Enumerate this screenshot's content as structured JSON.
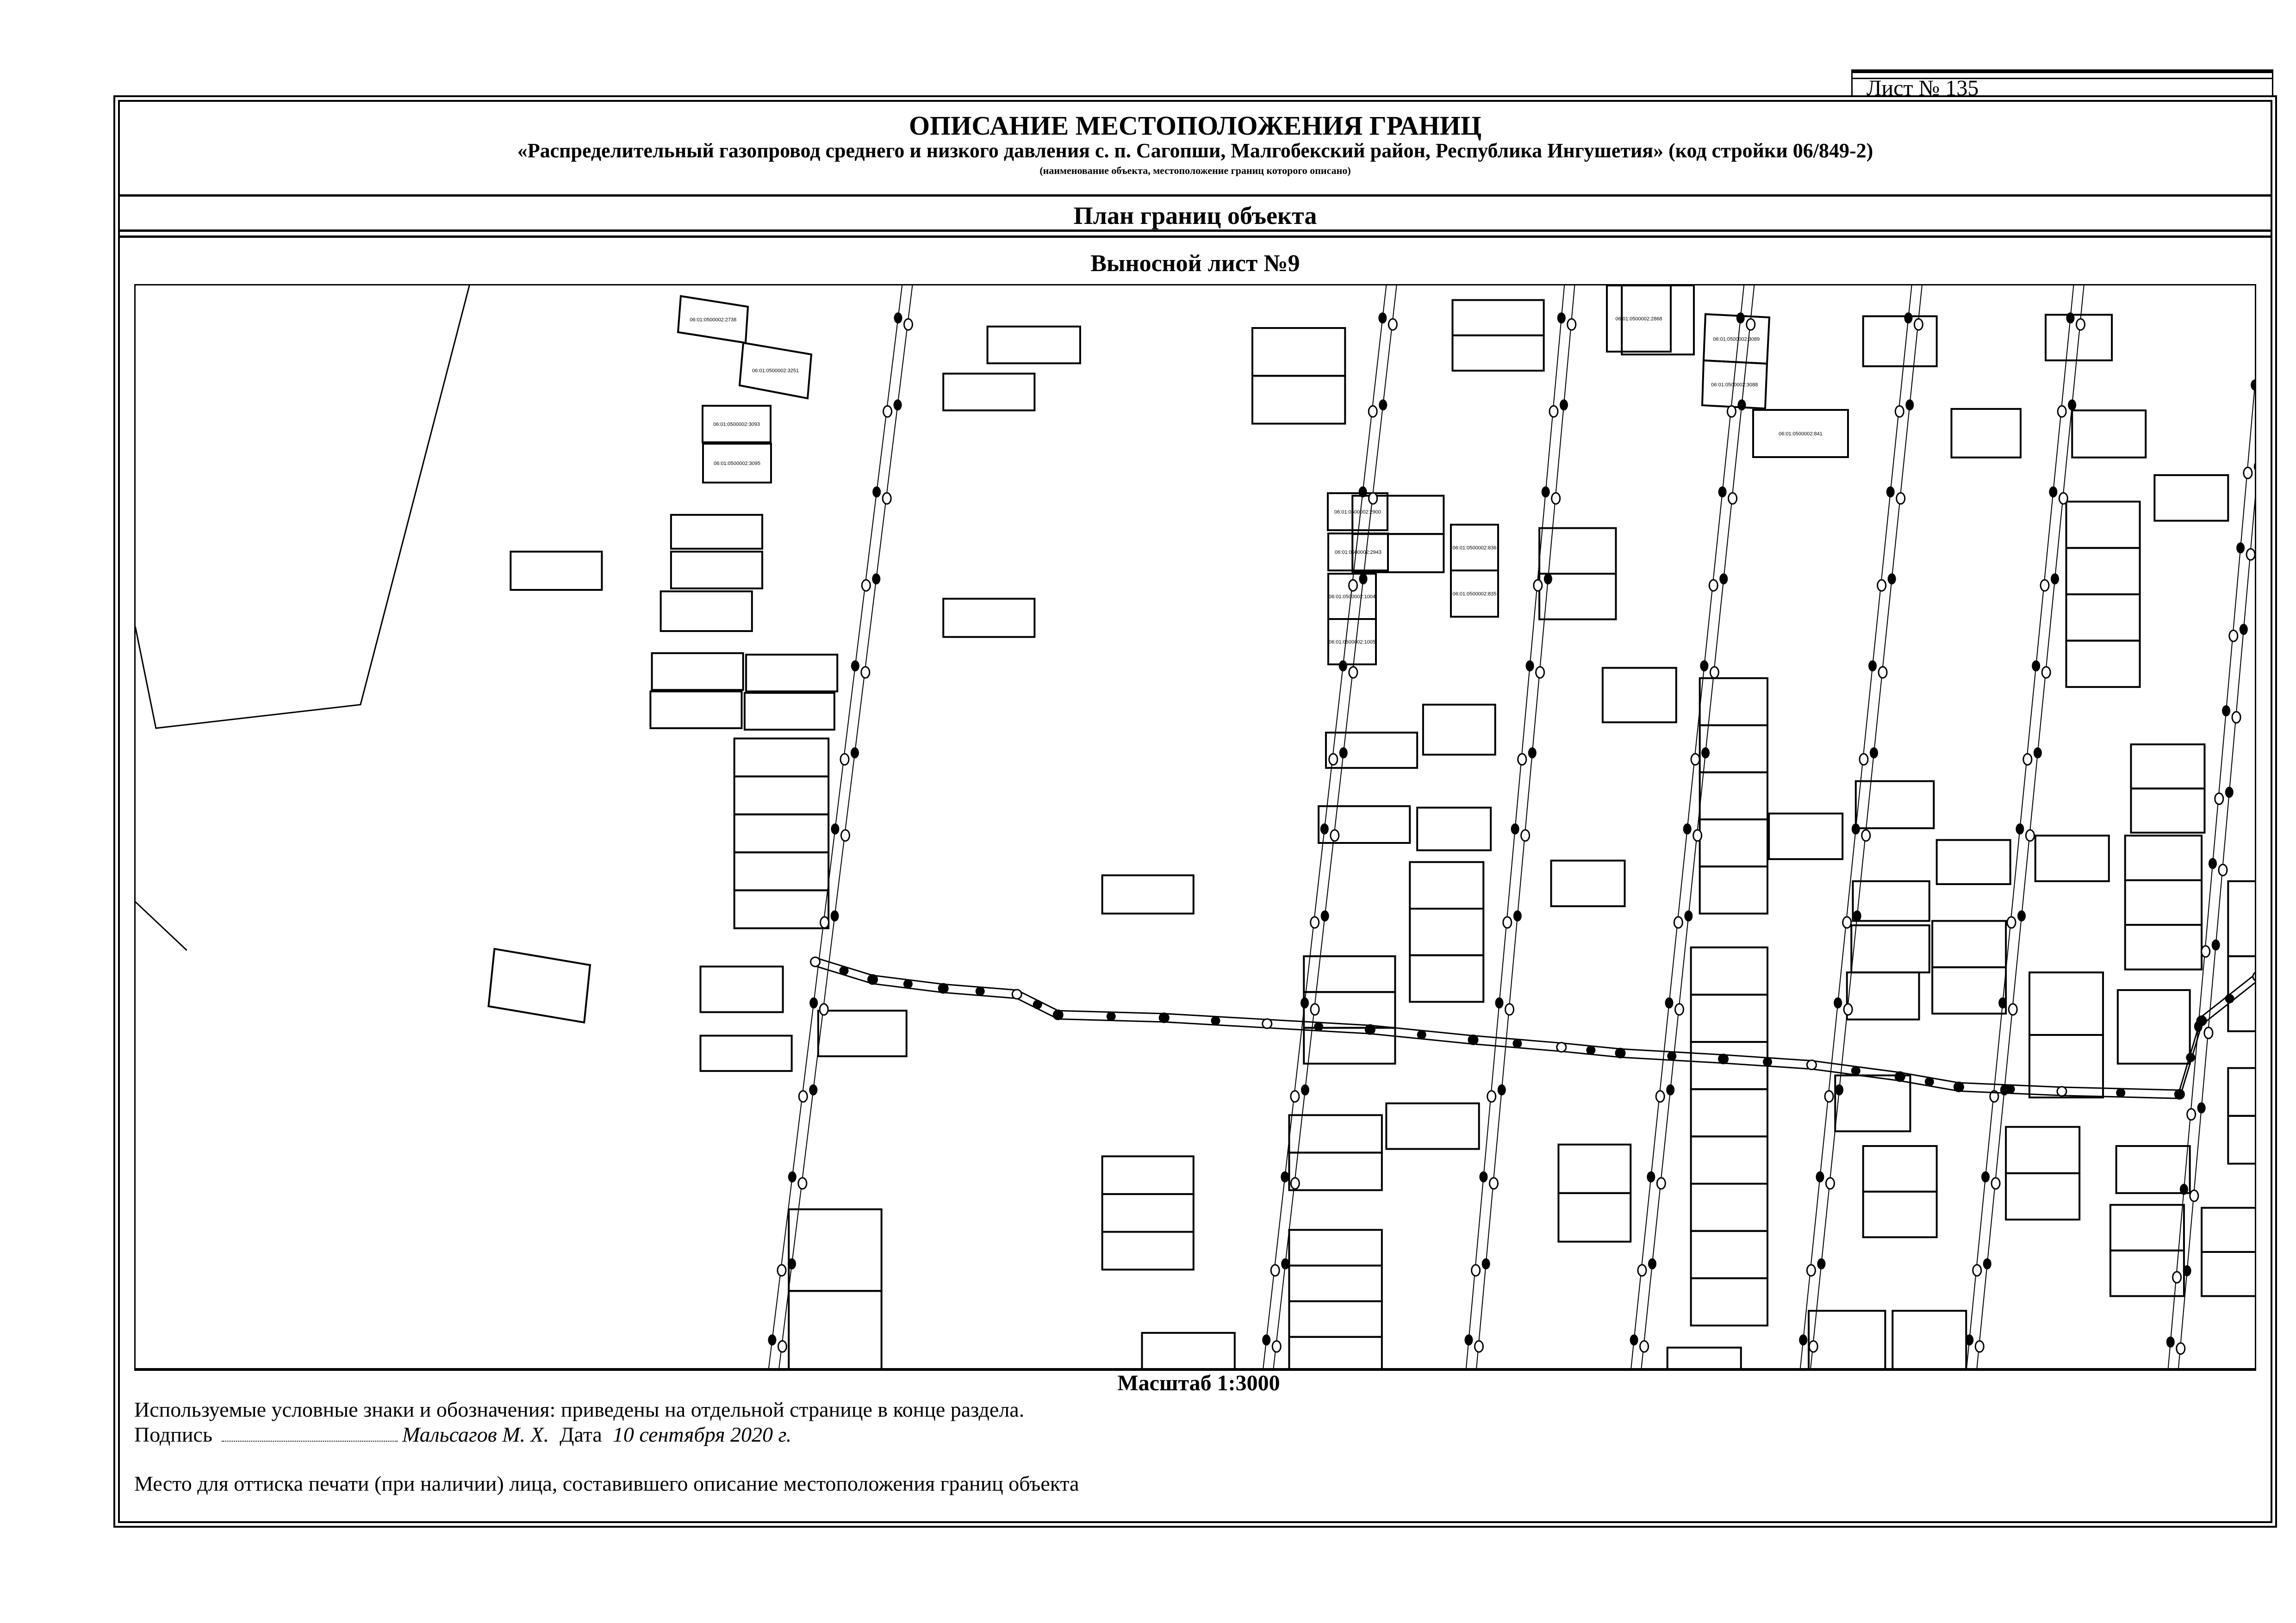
{
  "sheet": {
    "label": "Лист № 135"
  },
  "header": {
    "title": "ОПИСАНИЕ МЕСТОПОЛОЖЕНИЯ ГРАНИЦ",
    "object_name": "«Распределительный газопровод среднего и низкого давления с. п. Сагопши, Малгобекский район, Республика Ингушетия» (код стройки 06/849-2)",
    "object_note": "(наименование объекта, местоположение границ которого описано)",
    "section": "План границ объекта",
    "sheet_name": "Выносной лист №9"
  },
  "map": {
    "parcels": [
      "06:01:0500002:2868",
      "06:01:0500002:3089",
      "06:01:0500002:3088",
      "06:01:0500002:841",
      "06:01:0500002:2738",
      "06:01:0500002:3251",
      "06:01:0500002:3093",
      "06:01:0500002:3095",
      "06:01:0500002:2900",
      "06:01:0500002:2943",
      "06:01:0500002:1004",
      "06:01:0500002:1005",
      "06:01:0500002:836",
      "06:01:0500002:835"
    ],
    "scale": "Масштаб 1:3000"
  },
  "footer": {
    "legend": "Используемые условные знаки и обозначения: приведены на отдельной странице в конце раздела.",
    "signature_label": "Подпись",
    "signer": "Мальсагов М. Х.",
    "date_label": "Дата",
    "date": "10 сентября 2020 г.",
    "stamp_note": "Место для оттиска печати (при наличии) лица, составившего описание местоположения границ объекта"
  }
}
